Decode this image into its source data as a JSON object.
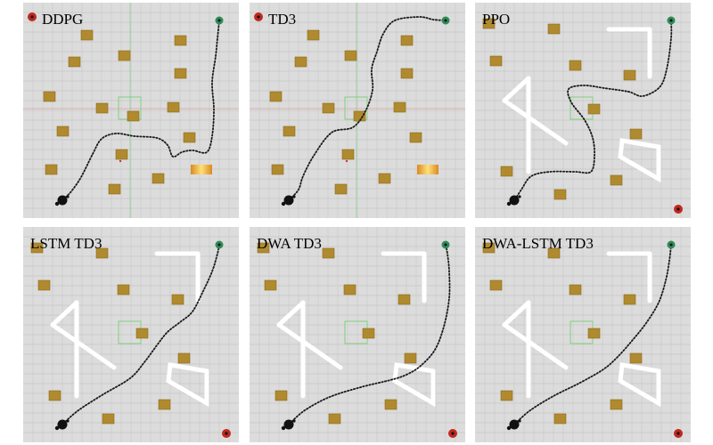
{
  "figure": {
    "panels": [
      {
        "id": "ddpg",
        "title": "DDPG",
        "scenario": "boxes",
        "path": "ddpg"
      },
      {
        "id": "td3",
        "title": "TD3",
        "scenario": "boxes",
        "path": "td3"
      },
      {
        "id": "ppo",
        "title": "PPO",
        "scenario": "walls",
        "path": "ppo"
      },
      {
        "id": "lstm-td3",
        "title": "LSTM TD3",
        "scenario": "walls",
        "path": "lstm"
      },
      {
        "id": "dwa-td3",
        "title": "DWA TD3",
        "scenario": "walls",
        "path": "dwa"
      },
      {
        "id": "dwa-lstm-td3",
        "title": "DWA-LSTM TD3",
        "scenario": "walls",
        "path": "dwalstm"
      }
    ],
    "colors": {
      "ground": "#dcdcdc",
      "grid": "#c9c9c9",
      "obstacle": "#b08a2e",
      "obstacle_edge": "#8c6a1c",
      "wall": "#ffffff",
      "goal": "#2e8b57",
      "red_marker": "#c0281e",
      "robot": "#111111",
      "trajectory": "#1a1a1a",
      "target_box": "#7fcf7f",
      "hot_spot": "#f0a030"
    },
    "icons": {
      "robot": "robot-icon",
      "goal": "goal-marker-icon",
      "red": "red-marker-icon"
    }
  }
}
